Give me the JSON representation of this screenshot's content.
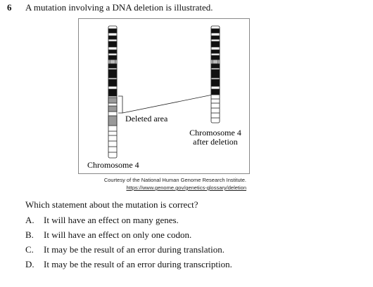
{
  "question": {
    "number": "6",
    "stem": "A mutation involving a DNA deletion is illustrated.",
    "figure": {
      "label_deleted": "Deleted area",
      "label_chromosome": "Chromosome 4",
      "label_after_line1": "Chromosome 4",
      "label_after_line2": "after deletion"
    },
    "credit_line1": "Courtesy of the National Human Genome Research Institute.",
    "credit_line2": "https://www.genome.gov/genetics-glossary/deletion",
    "prompt": "Which statement about the mutation is correct?",
    "options": [
      {
        "letter": "A.",
        "text": "It will have an effect on many genes."
      },
      {
        "letter": "B.",
        "text": "It will have an effect on only one codon."
      },
      {
        "letter": "C.",
        "text": "It may be the result of an error during translation."
      },
      {
        "letter": "D.",
        "text": "It may be the result of an error during transcription."
      }
    ]
  }
}
